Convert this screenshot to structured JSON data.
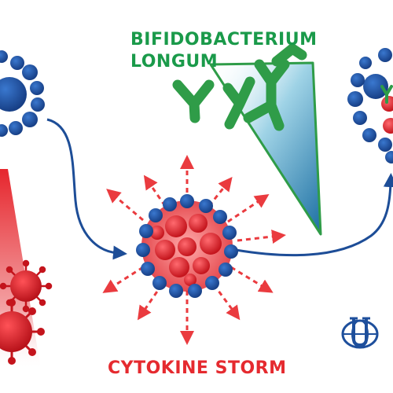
{
  "labels": {
    "bacterium_line_1": "BIFIDOBACTERIUM",
    "bacterium_line_2": "LONGUM",
    "cytokine_storm": "CYTOKINE STORM"
  },
  "colors": {
    "bacterium_text": "#1a9a4a",
    "storm_text": "#e52a2f",
    "cell_blue": "#1e4f9c",
    "cell_core_red": "#e03036",
    "arrow_red": "#ea3b3f",
    "flow_arrow": "#1d4d97",
    "antibody_green": "#2f9c48"
  },
  "icons": [
    "immune-cell-icon",
    "virus-icon",
    "antibody-icon",
    "university-logo-icon"
  ]
}
